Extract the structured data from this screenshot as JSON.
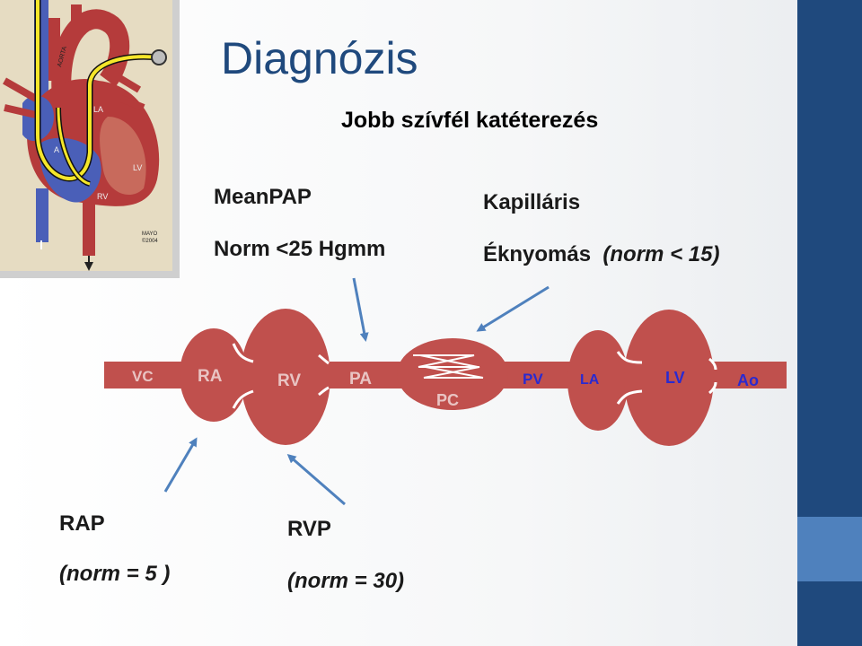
{
  "slide": {
    "title": "Diagnózis",
    "subtitle": "Jobb szívfél katéterezés"
  },
  "annotations": {
    "meanpap_title": "MeanPAP",
    "meanpap_norm": "Norm <25 Hgmm",
    "wedge_title": "Kapilláris",
    "wedge_prefix": "Éknyomás",
    "wedge_norm": "(norm < 15)",
    "rap_title": "RAP",
    "rap_norm": "(norm = 5 )",
    "rvp_title": "RVP",
    "rvp_norm": "(norm = 30)"
  },
  "diagram_labels": {
    "vc": "VC",
    "ra": "RA",
    "rv": "RV",
    "pa": "PA",
    "pc": "PC",
    "pv": "PV",
    "la": "LA",
    "lv": "LV",
    "ao": "Ao"
  },
  "heart_labels": {
    "aorta": "AORTA",
    "la": "LA",
    "lv": "LV",
    "ra": "A",
    "rv": "RV",
    "mayo": "MAYO",
    "year": "©2004"
  },
  "colors": {
    "chamber": "#c0504d",
    "vessel_blue": "#4a5fb8",
    "arrow": "#4f81bd",
    "title": "#1f497d",
    "sidebar": "#1f497d",
    "sidebar_accent": "#4f81bd",
    "catheter": "#f5e62a"
  }
}
